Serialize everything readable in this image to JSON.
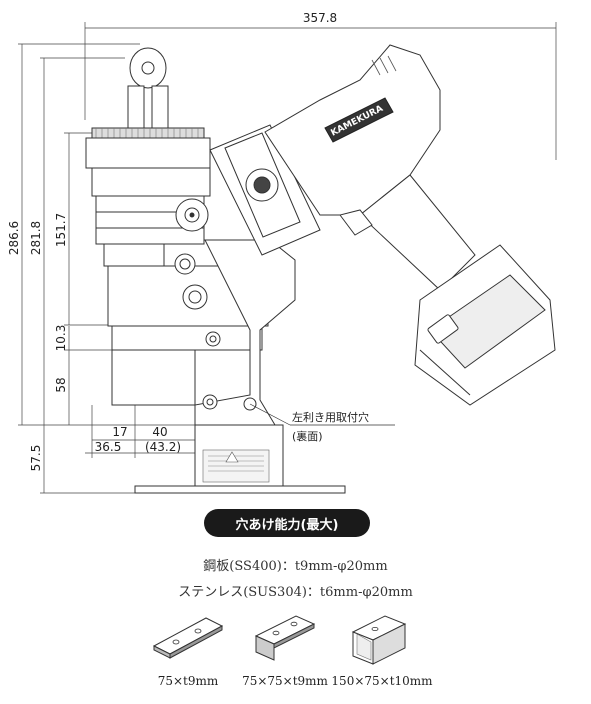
{
  "dimensions": {
    "overall_width": "357.8",
    "overall_height": "286.6",
    "height_281": "281.8",
    "height_151": "151.7",
    "gap_10": "10.3",
    "height_58": "58",
    "base_height": "57.5",
    "offset_17": "17",
    "offset_40": "40",
    "offset_36": "36.5",
    "offset_43": "(43.2)"
  },
  "brand": "KAMEKURA",
  "left_hand_note_line1": "左利き用取付穴",
  "left_hand_note_line2": "(裏面)",
  "capacity_title": "穴あけ能力(最大)",
  "specs": {
    "steel": "鋼板(SS400)：t9mm-φ20mm",
    "stainless": "ステンレス(SUS304)：t6mm-φ20mm"
  },
  "profiles": [
    {
      "icon": "flat-bar-icon",
      "caption": "75×t9mm"
    },
    {
      "icon": "angle-bar-icon",
      "caption": "75×75×t9mm"
    },
    {
      "icon": "channel-bar-icon",
      "caption": "150×75×t10mm"
    }
  ]
}
